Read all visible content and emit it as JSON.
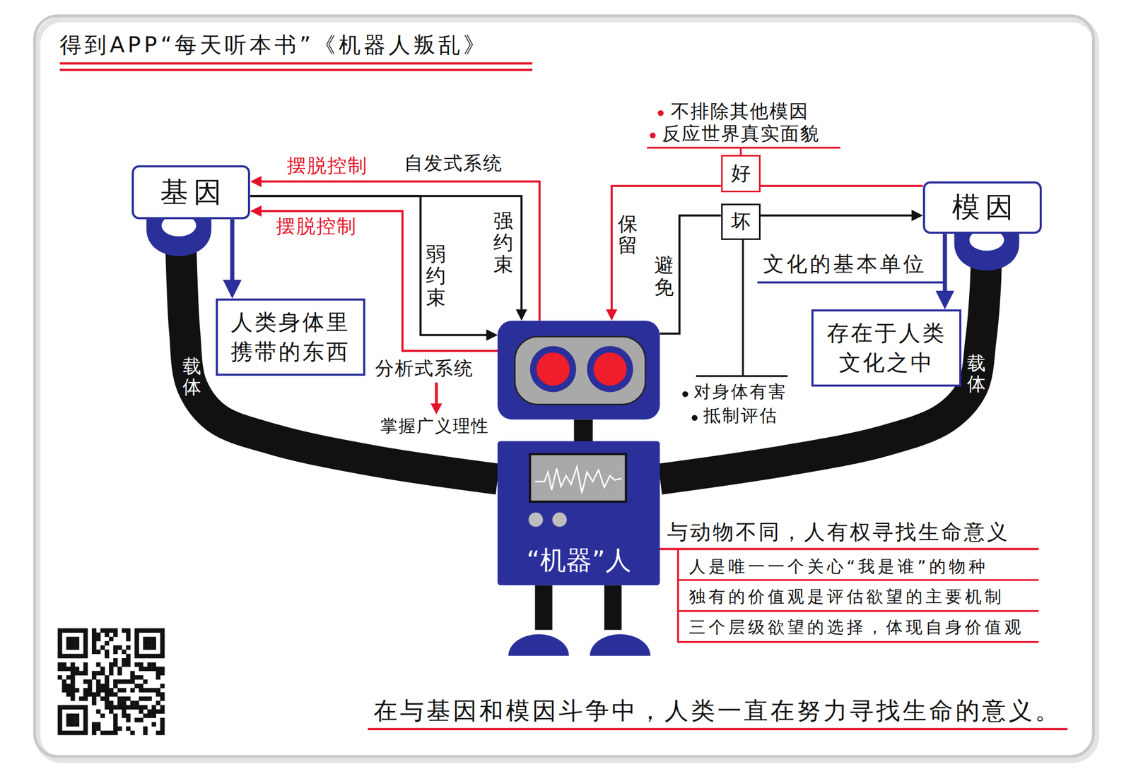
{
  "diagram": {
    "title": "得到APP“每天听本书”《机器人叛乱》",
    "caption": "在与基因和模因斗争中，人类一直在努力寻找生命的意义。",
    "nodes": [
      {
        "text": [
          "基因"
        ]
      },
      {
        "text": [
          "人类身体里携带的东西"
        ]
      },
      {
        "text": [
          "好"
        ]
      },
      {
        "text": [
          "坏"
        ]
      },
      {
        "text": [
          "模因"
        ]
      },
      {
        "text": [
          "存在于人类文化之中"
        ]
      },
      {
        "text": [
          "“机器”人"
        ]
      }
    ],
    "edges": [
      {
        "from": 0,
        "to": 1,
        "arrow": "to"
      },
      {
        "from": 6,
        "to": 0,
        "label": "摆脱控制",
        "arrow": "to"
      },
      {
        "from": 6,
        "to": 0,
        "label": "摆脱控制",
        "arrow": "to"
      },
      {
        "from": 0,
        "to": 6,
        "label": "强约束",
        "arrow": "to"
      },
      {
        "from": 0,
        "to": 6,
        "label": "弱约束",
        "arrow": "to"
      },
      {
        "from": 4,
        "to": 2,
        "arrow": "none"
      },
      {
        "from": 2,
        "to": 6,
        "label": "保留",
        "arrow": "to"
      },
      {
        "from": 6,
        "to": 3,
        "label": "避免",
        "arrow": "none"
      },
      {
        "from": 3,
        "to": 4,
        "arrow": "to"
      },
      {
        "from": 6,
        "to": 0,
        "label": "载体",
        "arrow": "none"
      },
      {
        "from": 6,
        "to": 4,
        "label": "载体",
        "arrow": "none"
      },
      {
        "from": 4,
        "to": 5,
        "label": "文化的基本单位",
        "arrow": "to"
      }
    ],
    "labels": [
      "不排除其他模因",
      "反应世界真实面貌",
      "自发式系统",
      "分析式系统",
      "掌握广义理性",
      "对身体有害",
      "抵制评估",
      "与动物不同，人有权寻找生命意义",
      "人是唯一一个关心“我是谁”的物种",
      "独有的价值观是评估欲望的主要机制",
      "三个层级欲望的选择，体现自身价值观"
    ]
  }
}
